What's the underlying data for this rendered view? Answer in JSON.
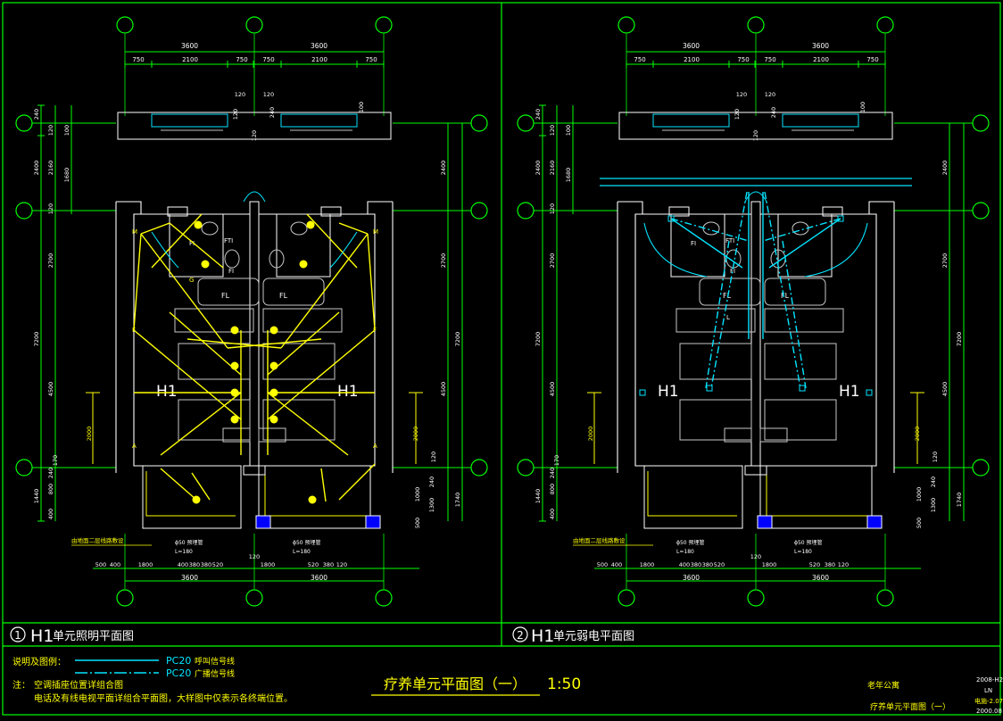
{
  "colors": {
    "background": "#000000",
    "frame": "#00ff00",
    "wall": "#ffffff",
    "dimension": "#00ff00",
    "dim_text": "#ffffff",
    "lighting": "#ffff00",
    "low_voltage": "#00e5ff",
    "axis": "#00ff00",
    "fixture": "#c8c8c8",
    "title_cn": "#ffff00",
    "note_text": "#ffff00",
    "box_fill": "#0000ff"
  },
  "left_plan": {
    "number": "1",
    "title_prefix": "H1",
    "title_cn": "单元照明平面图",
    "unit_labels": [
      "H1",
      "H1"
    ],
    "leader_note": "由地面二层线路敷设",
    "pipe_note_left": "ϕ50 预埋管",
    "pipe_note_left_len": "L=180",
    "pipe_note_right": "ϕ50 预埋管",
    "pipe_note_right_len": "L=180"
  },
  "right_plan": {
    "number": "2",
    "title_prefix": "H1",
    "title_cn": "单元弱电平面图",
    "unit_labels": [
      "H1",
      "H1"
    ],
    "leader_note": "由地面二层线路敷设",
    "pipe_note_left": "ϕ50 预埋管",
    "pipe_note_left_len": "L=180",
    "pipe_note_right": "ϕ50 预埋管",
    "pipe_note_right_len": "L=180"
  },
  "dims": {
    "top_total": [
      "3600",
      "3600"
    ],
    "top_split": [
      "750",
      "2100",
      "750",
      "750",
      "2100",
      "750"
    ],
    "top_small": [
      "120",
      "120",
      "120",
      "240",
      "100",
      "120"
    ],
    "left_vertical": [
      "240",
      "120",
      "100",
      "2400",
      "2160",
      "1680",
      "120",
      "2700",
      "7200",
      "4500",
      "2000",
      "240",
      "170",
      "1440",
      "800",
      "400"
    ],
    "right_vertical": [
      "2400",
      "2700",
      "7200",
      "4500",
      "2000",
      "120",
      "1000",
      "240",
      "1300",
      "1740",
      "500"
    ],
    "bottom_split": [
      "500",
      "400",
      "1800",
      "400",
      "380",
      "380",
      "520",
      "1800",
      "520",
      "380",
      "120"
    ],
    "bottom_small": "120",
    "bottom_total": [
      "3600",
      "3600"
    ]
  },
  "fixture_labels": {
    "fl": "FL",
    "fi": "FI",
    "fti": "FTI",
    "l": "L",
    "m": "M",
    "g": "G",
    "f": "F",
    "a": "A"
  },
  "legend": {
    "heading": "说明及图例：",
    "item1_code": "PC20",
    "item1_text": "呼叫信号线",
    "item2_code": "PC20",
    "item2_text": "广播信号线",
    "note_label": "注：",
    "note1": "空调插座位置详组合图",
    "note2": "电话及有线电视平面详组合平面图，大样图中仅表示各终端位置。"
  },
  "drawing_title": {
    "title": "疗养单元平面图（一）",
    "scale": "1:50"
  },
  "title_block": {
    "project": "老年公寓",
    "sheet_name": "疗养单元平面图（一）",
    "code": "2008-H2",
    "rev": "LN",
    "sheet_no": "电施-2.07",
    "date": "2000.08"
  }
}
